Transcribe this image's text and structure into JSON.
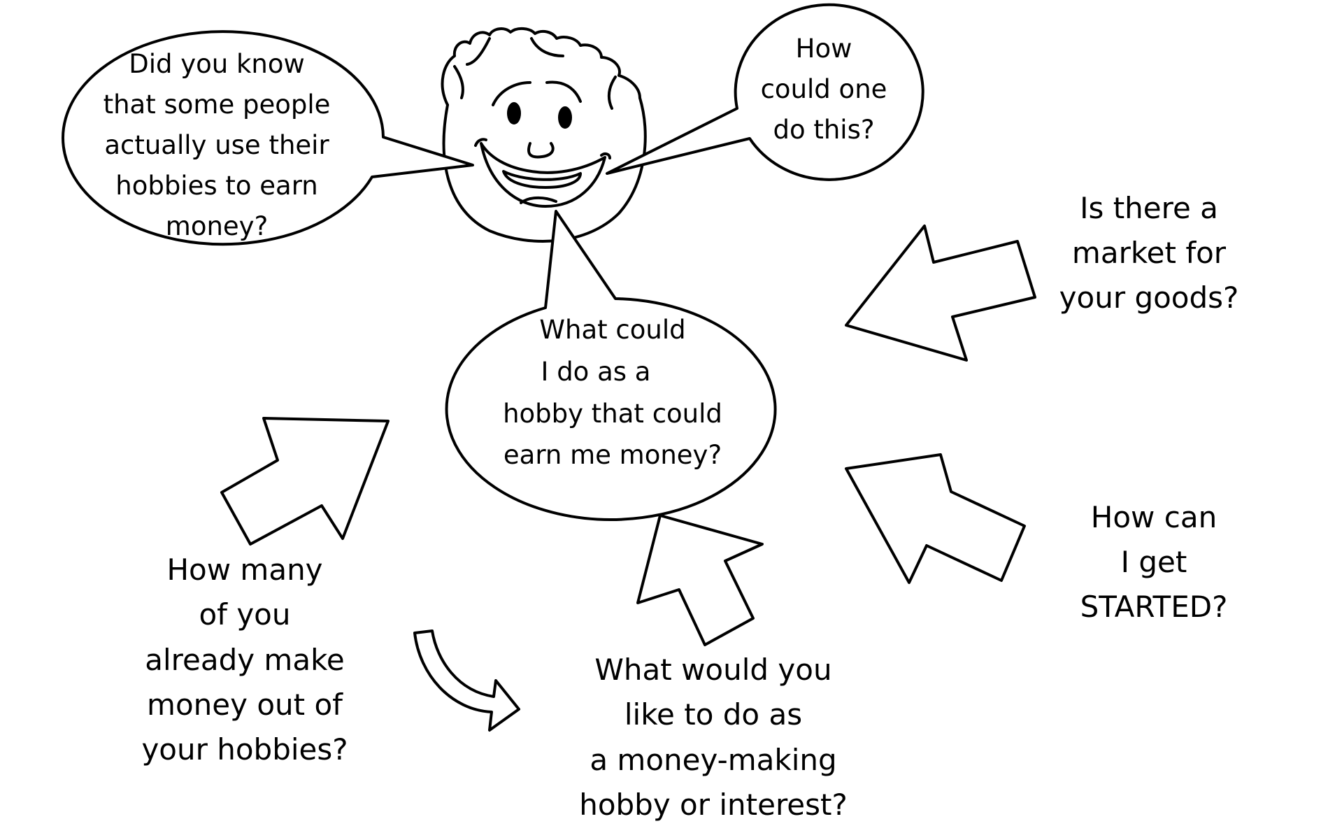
{
  "bubbles": {
    "did_you_know": [
      "Did you know",
      "that some people",
      "actually use their",
      "hobbies to earn",
      "money?"
    ],
    "how_could": [
      "How",
      "could one",
      "do this?"
    ],
    "center": [
      "What could",
      "I do as a",
      "hobby that could",
      "earn me money?"
    ]
  },
  "questions": {
    "market": [
      "Is there a",
      "market for",
      "your goods?"
    ],
    "started": [
      "How can",
      "I get",
      "STARTED?"
    ],
    "how_many": [
      "How many",
      "of you",
      "already make",
      "money out of",
      "your hobbies?"
    ],
    "what_would": [
      "What would you",
      "like to do as",
      "a money-making",
      "hobby or interest?"
    ]
  },
  "colors": {
    "ink": "#000000",
    "paper": "#ffffff"
  }
}
